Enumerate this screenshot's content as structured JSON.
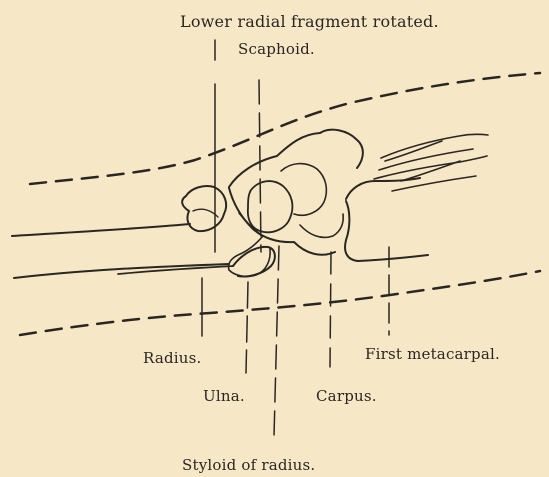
{
  "labels": {
    "lower_radial_fragment": "Lower radial fragment rotated.",
    "scaphoid": "Scaphoid.",
    "radius": "Radius.",
    "first_metacarpal": "First metacarpal.",
    "ulna": "Ulna.",
    "carpus": "Carpus.",
    "styloid": "Styloid of radius."
  },
  "colors": {
    "paper": "#f6e8c7",
    "ink": "#2a2621"
  }
}
